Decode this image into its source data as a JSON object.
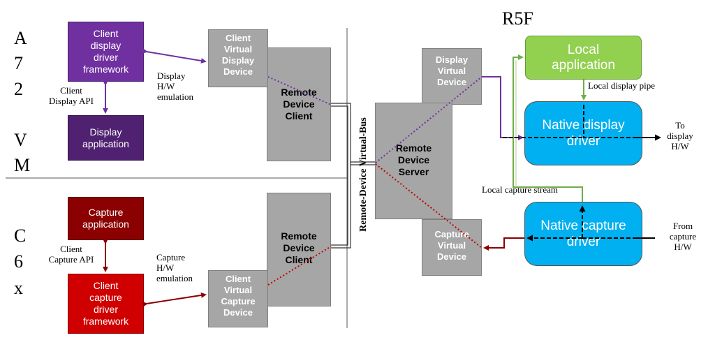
{
  "labels": {
    "a72": "A",
    "a72_2": "7",
    "a72_3": "2",
    "vm_v": "V",
    "vm_m": "M",
    "c6x_c": "C",
    "c6x_6": "6",
    "c6x_x": "x",
    "r5f": "R5F",
    "virtual_bus": "Remote-Device Virtual-Bus"
  },
  "a72": {
    "client_display_framework": "Client\ndisplay\ndriver\nframework",
    "client_display_api": "Client\nDisplay API",
    "display_application": "Display\napplication",
    "client_virtual_display_device": "Client\nVirtual\nDisplay\nDevice",
    "display_hw_emulation": "Display\nH/W\nemulation",
    "remote_device_client": "Remote\nDevice\nClient"
  },
  "c6x": {
    "capture_application": "Capture\napplication",
    "client_capture_api": "Client\nCapture API",
    "client_capture_framework": "Client\ncapture\ndriver\nframework",
    "capture_hw_emulation": "Capture\nH/W\nemulation",
    "client_virtual_capture_device": "Client\nVirtual\nCapture\nDevice",
    "remote_device_client": "Remote\nDevice\nClient"
  },
  "r5f": {
    "display_virtual_device": "Display\nVirtual\nDevice",
    "remote_device_server": "Remote\nDevice\nServer",
    "capture_virtual_device": "Capture\nVirtual\nDevice",
    "local_application": "Local\napplication",
    "local_display_pipe": "Local display pipe",
    "native_display_driver": "Native display\ndriver",
    "to_display_hw": "To\ndisplay\nH/W",
    "local_capture_stream": "Local capture stream",
    "native_capture_driver": "Native capture\ndriver",
    "from_capture_hw": "From\ncapture\nH/W"
  },
  "colors": {
    "purple": "#7030a0",
    "dark_red": "#8b0000",
    "green": "#92d050",
    "blue": "#00b0f0",
    "gray": "#a6a6a6"
  }
}
